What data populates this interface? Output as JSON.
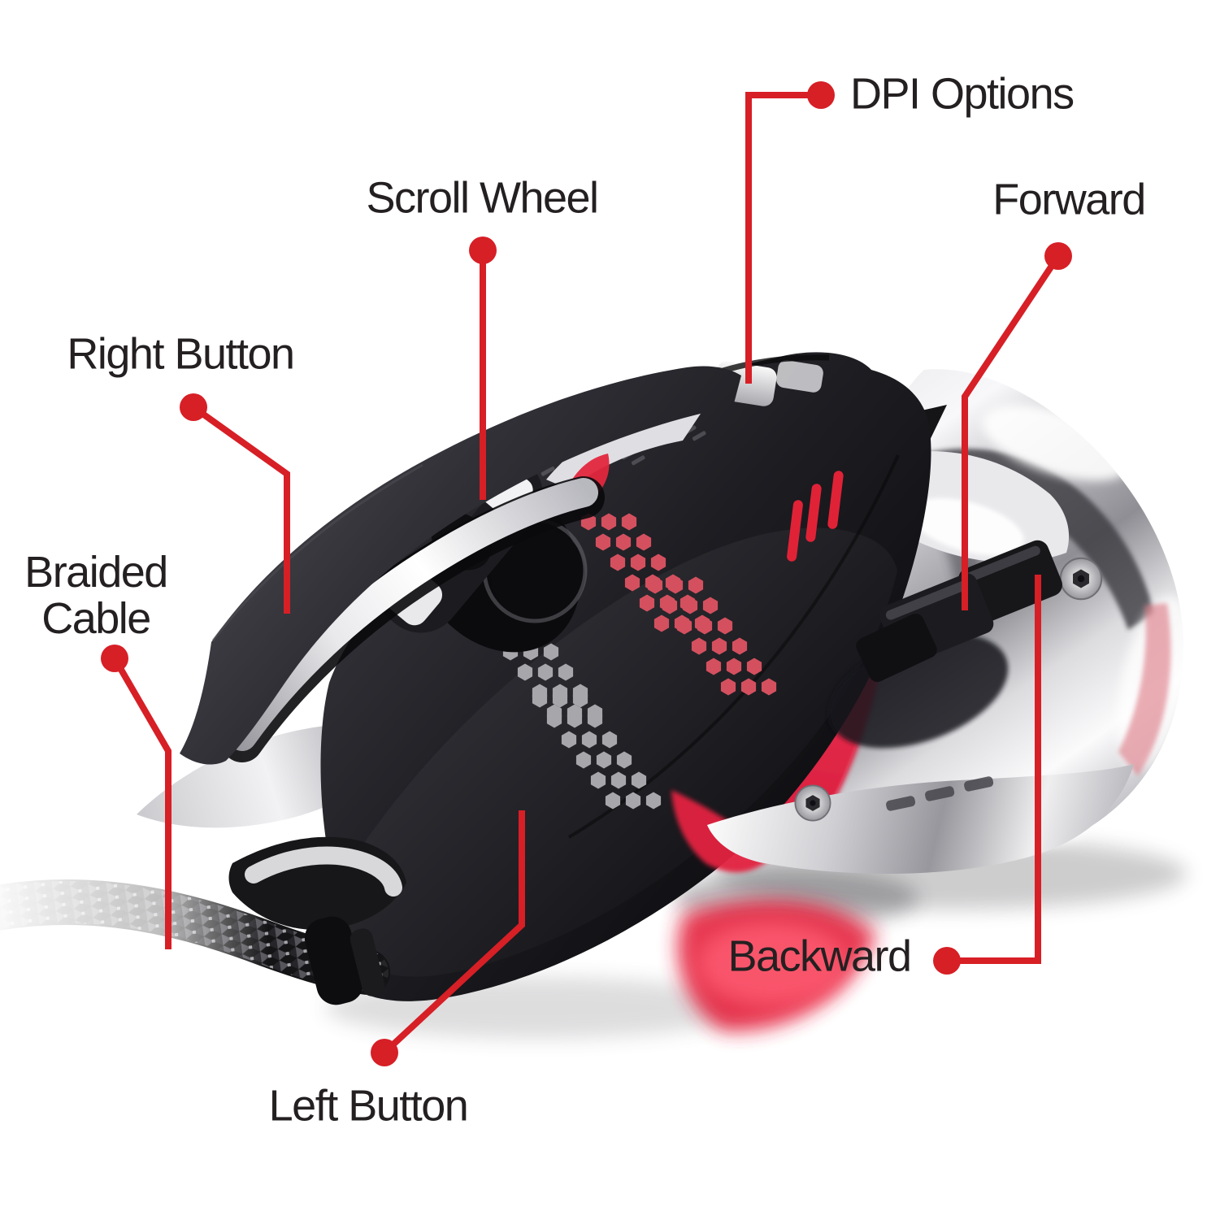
{
  "diagram": {
    "subject": "Wired gaming mouse feature callout diagram",
    "background": "#ffffff",
    "colors": {
      "callout_red": "#d71f26",
      "label_text": "#242021",
      "glow_red": "#ef2d4e",
      "hex_red": "#d4505f",
      "hex_gray": "#a7a7ab",
      "body_black": "#1d1d22",
      "chrome_silver": "#d9d9dd"
    },
    "callouts": [
      {
        "id": "dpi-options",
        "label": "DPI Options"
      },
      {
        "id": "scroll-wheel",
        "label": "Scroll Wheel"
      },
      {
        "id": "forward",
        "label": "Forward"
      },
      {
        "id": "right-button",
        "label": "Right Button"
      },
      {
        "id": "braided-cable",
        "label": "Braided Cable",
        "lines": [
          "Braided",
          "Cable"
        ]
      },
      {
        "id": "backward",
        "label": "Backward"
      },
      {
        "id": "left-button",
        "label": "Left Button"
      }
    ]
  }
}
